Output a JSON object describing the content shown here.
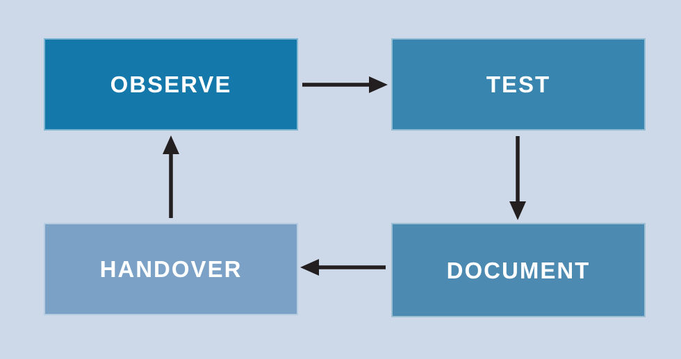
{
  "diagram": {
    "background_color": "#cdd8e8",
    "arrow_color": "#231f20",
    "label_color": "#ffffff",
    "nodes": [
      {
        "id": "observe",
        "label": "OBSERVE",
        "fill": "#1478ab"
      },
      {
        "id": "test",
        "label": "TEST",
        "fill": "#3886b0"
      },
      {
        "id": "document",
        "label": "DOCUMENT",
        "fill": "#4d8ab1"
      },
      {
        "id": "handover",
        "label": "HANDOVER",
        "fill": "#7ba2c6"
      }
    ],
    "edges": [
      {
        "from": "OBSERVE",
        "to": "TEST",
        "direction": "right"
      },
      {
        "from": "TEST",
        "to": "DOCUMENT",
        "direction": "down"
      },
      {
        "from": "DOCUMENT",
        "to": "HANDOVER",
        "direction": "left"
      },
      {
        "from": "HANDOVER",
        "to": "OBSERVE",
        "direction": "up"
      }
    ]
  }
}
